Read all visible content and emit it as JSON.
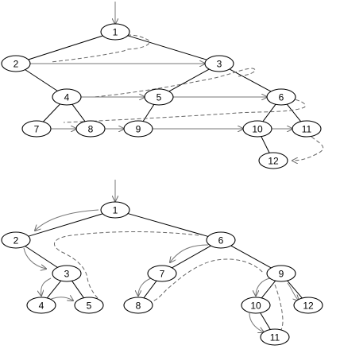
{
  "diagrams": [
    {
      "id": "top",
      "nodes": [
        "1",
        "2",
        "3",
        "4",
        "5",
        "6",
        "7",
        "8",
        "9",
        "10",
        "11",
        "12"
      ],
      "tree_edges": [
        [
          "1",
          "2"
        ],
        [
          "1",
          "3"
        ],
        [
          "2",
          "4"
        ],
        [
          "3",
          "5"
        ],
        [
          "3",
          "6"
        ],
        [
          "4",
          "7"
        ],
        [
          "4",
          "8"
        ],
        [
          "5",
          "9"
        ],
        [
          "6",
          "10"
        ],
        [
          "6",
          "11"
        ],
        [
          "10",
          "12"
        ]
      ],
      "level_links": [
        [
          "2",
          "3"
        ],
        [
          "4",
          "5"
        ],
        [
          "5",
          "6"
        ],
        [
          "7",
          "8"
        ],
        [
          "8",
          "9"
        ],
        [
          "9",
          "10"
        ],
        [
          "10",
          "11"
        ]
      ]
    },
    {
      "id": "bottom",
      "nodes": [
        "1",
        "2",
        "3",
        "4",
        "5",
        "6",
        "7",
        "8",
        "9",
        "10",
        "11",
        "12"
      ],
      "tree_edges": [
        [
          "1",
          "2"
        ],
        [
          "1",
          "6"
        ],
        [
          "2",
          "3"
        ],
        [
          "3",
          "4"
        ],
        [
          "3",
          "5"
        ],
        [
          "6",
          "7"
        ],
        [
          "6",
          "9"
        ],
        [
          "7",
          "8"
        ],
        [
          "9",
          "10"
        ],
        [
          "9",
          "12"
        ],
        [
          "10",
          "11"
        ]
      ]
    }
  ],
  "colors": {
    "edge": "#000000",
    "link": "#777777",
    "dashed": "#666666",
    "node_fill": "#ffffff"
  }
}
